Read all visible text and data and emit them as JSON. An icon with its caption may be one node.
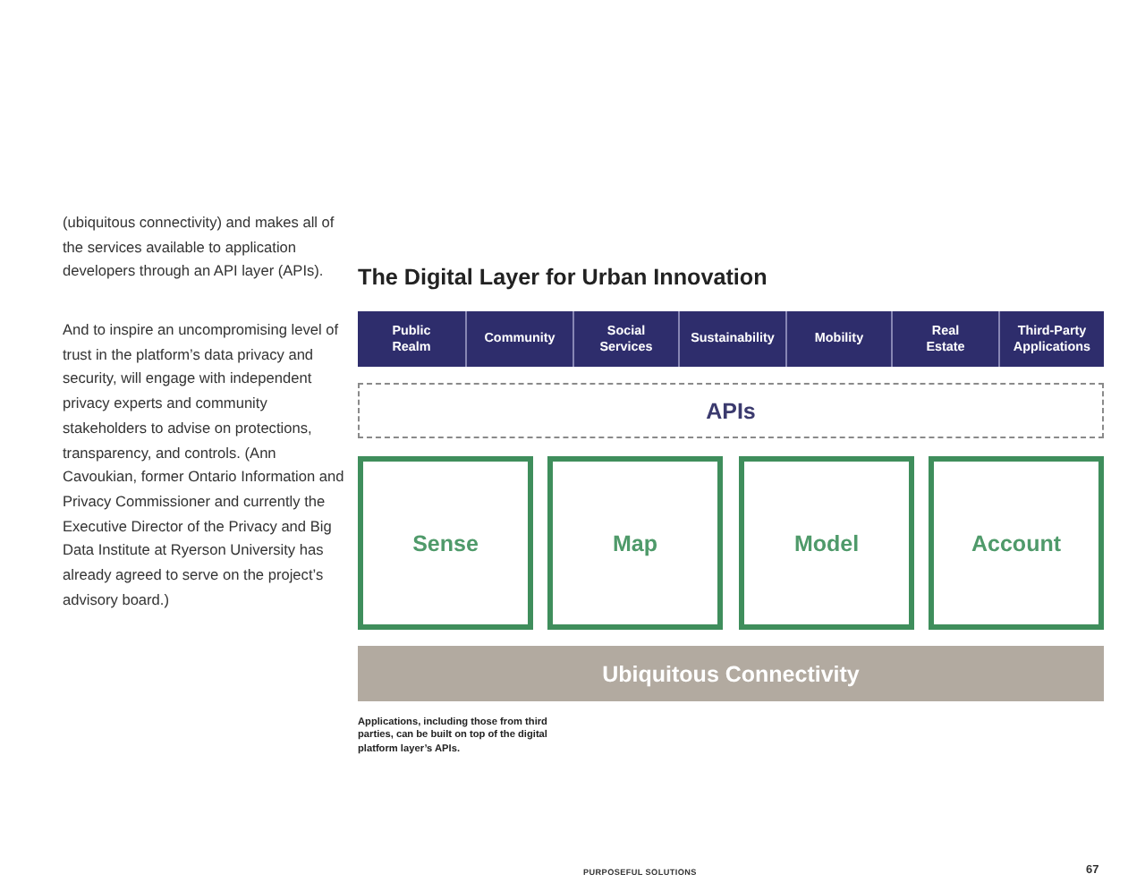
{
  "diagram": {
    "title": "The Digital Layer for Urban Innovation",
    "caption": "Applications, including those from third parties, can be built on top of the digital platform layer’s APIs.",
    "nodes": [
      {
        "text": [
          "Public Realm"
        ]
      },
      {
        "text": [
          "Community"
        ]
      },
      {
        "text": [
          "Social Services"
        ]
      },
      {
        "text": [
          "Sustainability"
        ]
      },
      {
        "text": [
          "Mobility"
        ]
      },
      {
        "text": [
          "Real Estate"
        ]
      },
      {
        "text": [
          "Third-Party Applications"
        ]
      },
      {
        "text": [
          "APIs"
        ]
      },
      {
        "text": [
          "Sense"
        ]
      },
      {
        "text": [
          "Map"
        ]
      },
      {
        "text": [
          "Model"
        ]
      },
      {
        "text": [
          "Account"
        ]
      },
      {
        "text": [
          "Ubiquitous Connectivity"
        ]
      }
    ],
    "labels": [
      "(ubiquitous connectivity) and makes all of the services available to application developers through an API layer (APIs).",
      "And to inspire an uncompromising level of trust in the platform’s data privacy and security, will engage with independent privacy experts and community stakeholders to advise on protections, transparency, and controls. (Ann Cavoukian, former Ontario Information and Privacy Commissioner and currently the Executive Director of the Privacy and Big Data Institute at Ryerson University has already agreed to serve on the project’s advisory board.)",
      "PURPOSEFUL SOLUTIONS",
      "67"
    ]
  }
}
